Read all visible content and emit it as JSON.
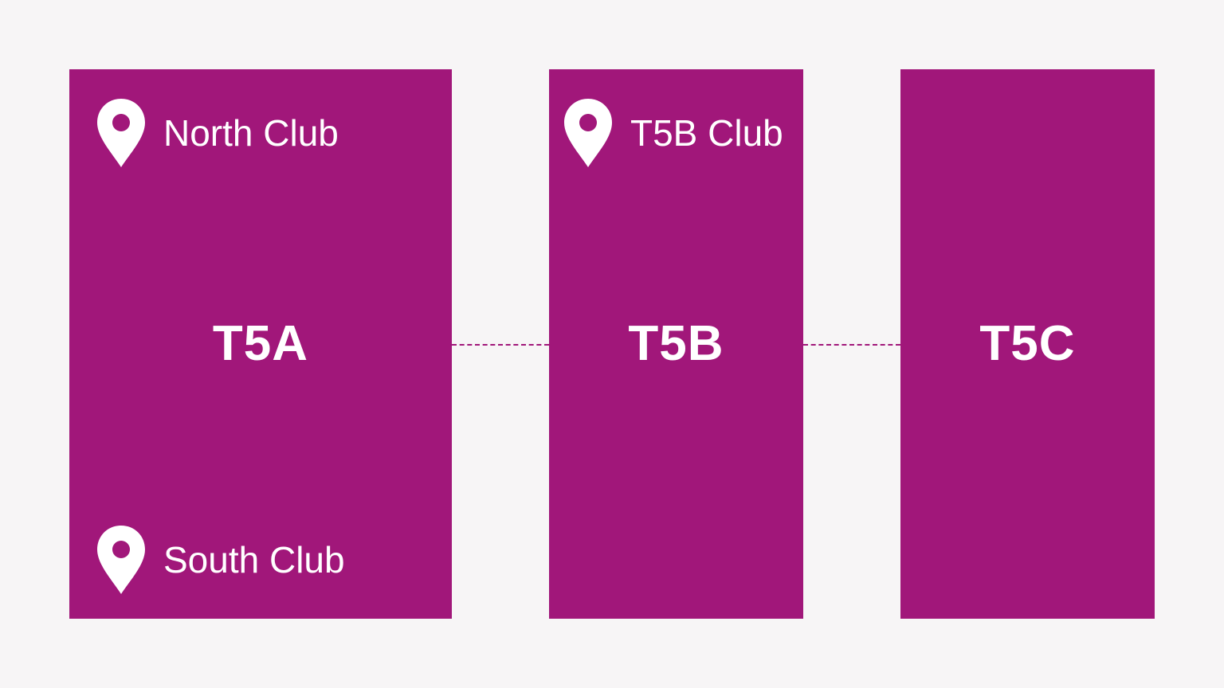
{
  "colors": {
    "background": "#f7f5f6",
    "terminal": "#a1177a",
    "text": "#ffffff",
    "connector": "#a1177a"
  },
  "terminals": [
    {
      "label": "T5A",
      "clubs": [
        {
          "name": "North Club",
          "icon": "location-pin-icon"
        },
        {
          "name": "South Club",
          "icon": "location-pin-icon"
        }
      ]
    },
    {
      "label": "T5B",
      "clubs": [
        {
          "name": "T5B Club",
          "icon": "location-pin-icon"
        }
      ]
    },
    {
      "label": "T5C",
      "clubs": []
    }
  ]
}
